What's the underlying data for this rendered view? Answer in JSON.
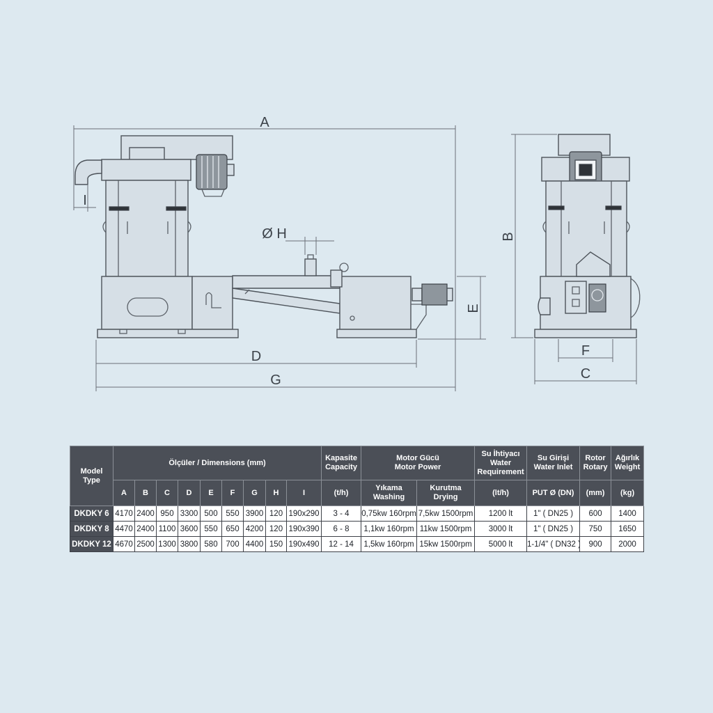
{
  "drawing": {
    "dimension_labels": {
      "A": "A",
      "B": "B",
      "C": "C",
      "D": "D",
      "E": "E",
      "F": "F",
      "G": "G",
      "H": "Ø H",
      "I": "I"
    }
  },
  "table": {
    "headers": {
      "model": "Model",
      "type": "Type",
      "dimensions": "Ölçüler / Dimensions (mm)",
      "dim_cols": [
        "A",
        "B",
        "C",
        "D",
        "E",
        "F",
        "G",
        "H",
        "I"
      ],
      "capacity_tr": "Kapasite",
      "capacity_en": "Capacity",
      "capacity_unit": "(t/h)",
      "motor_tr": "Motor Gücü",
      "motor_en": "Motor Power",
      "washing_tr": "Yıkama",
      "washing_en": "Washing",
      "drying_tr": "Kurutma",
      "drying_en": "Drying",
      "water_req_tr": "Su İhtiyacı",
      "water_req_en1": "Water",
      "water_req_en2": "Requirement",
      "water_req_unit": "(lt/h)",
      "water_inlet_tr": "Su Girişi",
      "water_inlet_en": "Water Inlet",
      "water_inlet_unit": "PUT Ø (DN)",
      "rotor_tr": "Rotor",
      "rotor_en": "Rotary",
      "rotor_unit": "(mm)",
      "weight_tr": "Ağırlık",
      "weight_en": "Weight",
      "weight_unit": "(kg)"
    },
    "rows": [
      {
        "model": "DKDKY 6",
        "dims": [
          "4170",
          "2400",
          "950",
          "3300",
          "500",
          "550",
          "3900",
          "120",
          "190x290"
        ],
        "capacity": "3 - 4",
        "washing": "0,75kw 160rpm",
        "drying": "7,5kw 1500rpm",
        "water": "1200 lt",
        "inlet": "1\" ( DN25 )",
        "rotor": "600",
        "weight": "1400"
      },
      {
        "model": "DKDKY 8",
        "dims": [
          "4470",
          "2400",
          "1100",
          "3600",
          "550",
          "650",
          "4200",
          "120",
          "190x390"
        ],
        "capacity": "6 - 8",
        "washing": "1,1kw 160rpm",
        "drying": "11kw 1500rpm",
        "water": "3000 lt",
        "inlet": "1\" ( DN25 )",
        "rotor": "750",
        "weight": "1650"
      },
      {
        "model": "DKDKY 12",
        "dims": [
          "4670",
          "2500",
          "1300",
          "3800",
          "580",
          "700",
          "4400",
          "150",
          "190x490"
        ],
        "capacity": "12 - 14",
        "washing": "1,5kw 160rpm",
        "drying": "15kw 1500rpm",
        "water": "5000 lt",
        "inlet": "1-1/4\" ( DN32 )",
        "rotor": "900",
        "weight": "2000"
      }
    ]
  }
}
